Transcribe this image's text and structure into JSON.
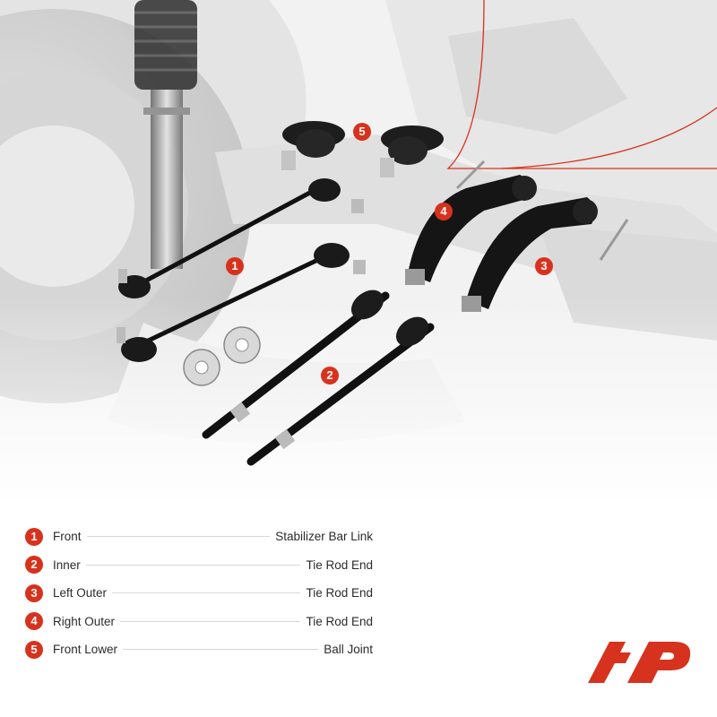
{
  "callouts": [
    {
      "num": "1"
    },
    {
      "num": "2"
    },
    {
      "num": "3"
    },
    {
      "num": "4"
    },
    {
      "num": "5"
    }
  ],
  "legend": [
    {
      "num": "1",
      "position": "Front",
      "part": "Stabilizer Bar Link"
    },
    {
      "num": "2",
      "position": "Inner",
      "part": "Tie Rod End"
    },
    {
      "num": "3",
      "position": "Left Outer",
      "part": "Tie Rod End"
    },
    {
      "num": "4",
      "position": "Right Outer",
      "part": "Tie Rod End"
    },
    {
      "num": "5",
      "position": "Front Lower",
      "part": "Ball Joint"
    }
  ],
  "colors": {
    "accent": "#d7321d",
    "text": "#2b2b2b",
    "background": "#ffffff"
  },
  "logo": {
    "icon": "brand-logo-icon"
  }
}
